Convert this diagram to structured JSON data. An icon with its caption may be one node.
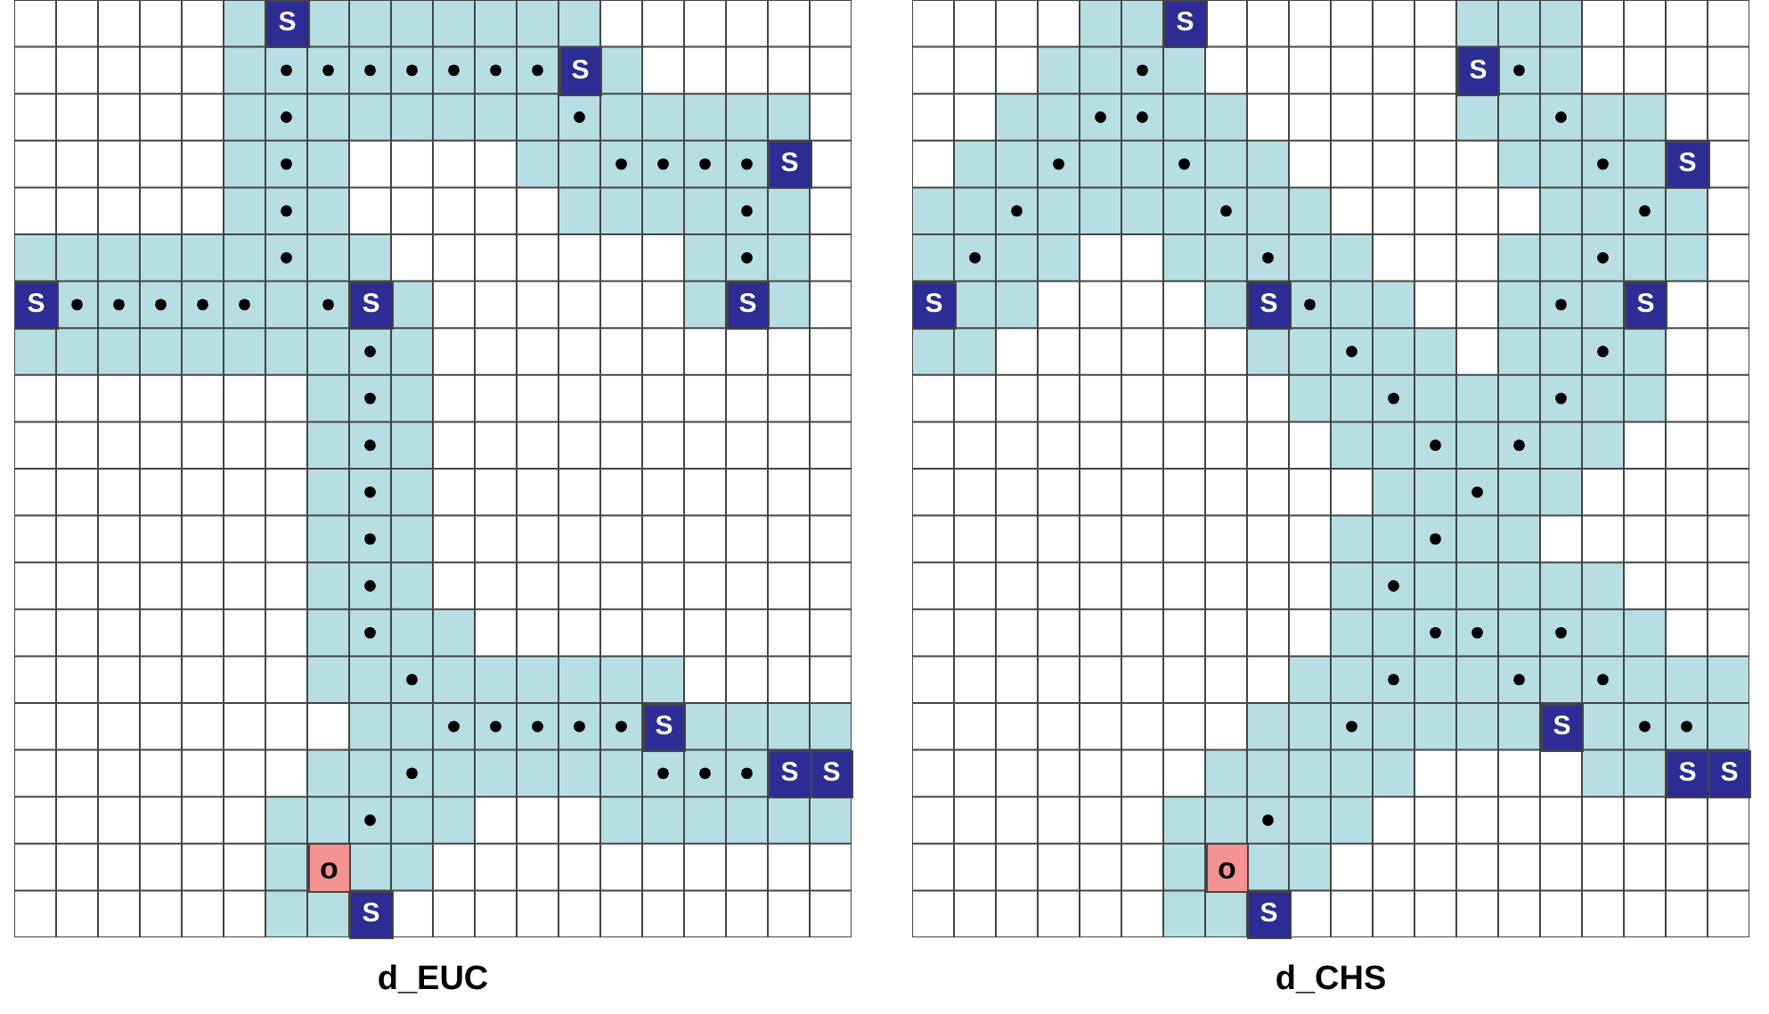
{
  "diagram": {
    "nodes": [
      {
        "text": [
          "d_EUC"
        ]
      },
      {
        "text": [
          "S"
        ],
        "in": 0
      },
      {
        "text": [
          "S"
        ],
        "in": 0
      },
      {
        "text": [
          "S"
        ],
        "in": 0
      },
      {
        "text": [
          "S"
        ],
        "in": 0
      },
      {
        "text": [
          "S"
        ],
        "in": 0
      },
      {
        "text": [
          "S"
        ],
        "in": 0
      },
      {
        "text": [
          "S"
        ],
        "in": 0
      },
      {
        "text": [
          "S"
        ],
        "in": 0
      },
      {
        "text": [
          "S"
        ],
        "in": 0
      },
      {
        "text": [
          "o"
        ],
        "in": 0
      },
      {
        "text": [
          "S"
        ],
        "in": 0
      },
      {
        "text": [
          "d_CHS"
        ]
      },
      {
        "text": [
          "S"
        ],
        "in": 12
      },
      {
        "text": [
          "S"
        ],
        "in": 12
      },
      {
        "text": [
          "S"
        ],
        "in": 12
      },
      {
        "text": [
          "S"
        ],
        "in": 12
      },
      {
        "text": [
          "S"
        ],
        "in": 12
      },
      {
        "text": [
          "S"
        ],
        "in": 12
      },
      {
        "text": [
          "S"
        ],
        "in": 12
      },
      {
        "text": [
          "S"
        ],
        "in": 12
      },
      {
        "text": [
          "S"
        ],
        "in": 12
      },
      {
        "text": [
          "o"
        ],
        "in": 12
      },
      {
        "text": [
          "S"
        ],
        "in": 12
      }
    ]
  }
}
